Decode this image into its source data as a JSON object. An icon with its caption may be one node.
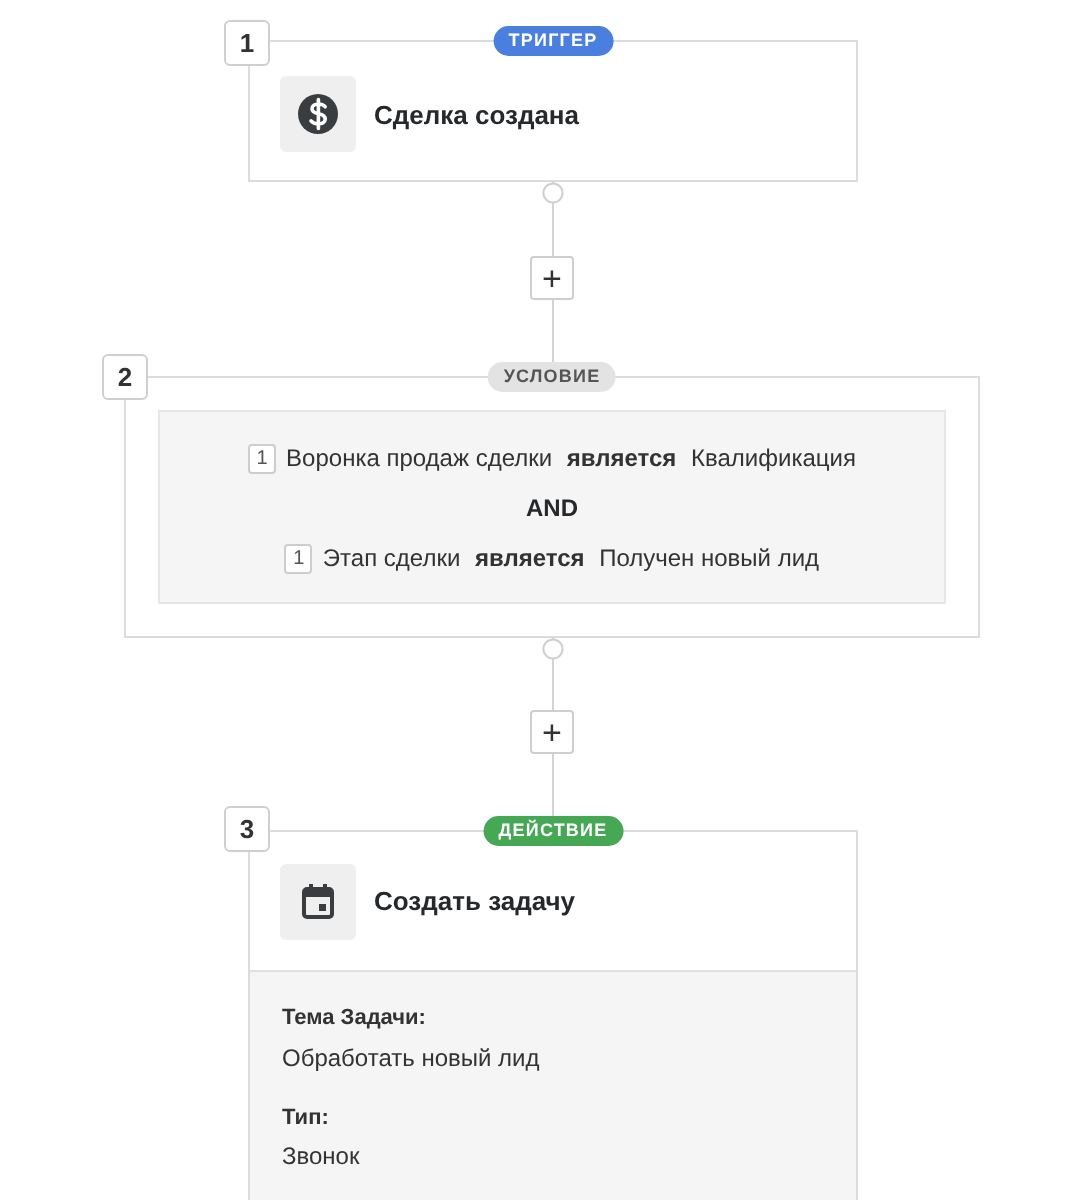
{
  "diagram": {
    "nodes": [
      {
        "text": [
          "1"
        ]
      },
      {
        "text": [
          "ТРИГГЕР",
          "Сделка создана"
        ]
      },
      {
        "text": [
          "+"
        ]
      },
      {
        "text": [
          "2"
        ]
      },
      {
        "text": [
          "УСЛОВИЕ"
        ]
      },
      {
        "text": [
          "1",
          "Воронка продаж сделки **является** Квалификация",
          "AND",
          "1",
          "Этап сделки **является** Получен новый лид"
        ],
        "in": 4
      },
      {
        "text": [
          "+"
        ]
      },
      {
        "text": [
          "3"
        ]
      },
      {
        "text": [
          "ДЕЙСТВИЕ",
          "Создать задачу"
        ]
      },
      {
        "text": [
          "Тема Задачи:",
          "Обработать новый лид",
          "Тип:",
          "Звонок"
        ],
        "in": 8
      }
    ],
    "edges": [
      {
        "from": 1,
        "to": 2,
        "arrow": "other"
      },
      {
        "from": 2,
        "to": 4,
        "arrow": "none"
      },
      {
        "from": 4,
        "to": 6,
        "arrow": "other"
      },
      {
        "from": 6,
        "to": 8,
        "arrow": "none"
      }
    ]
  }
}
